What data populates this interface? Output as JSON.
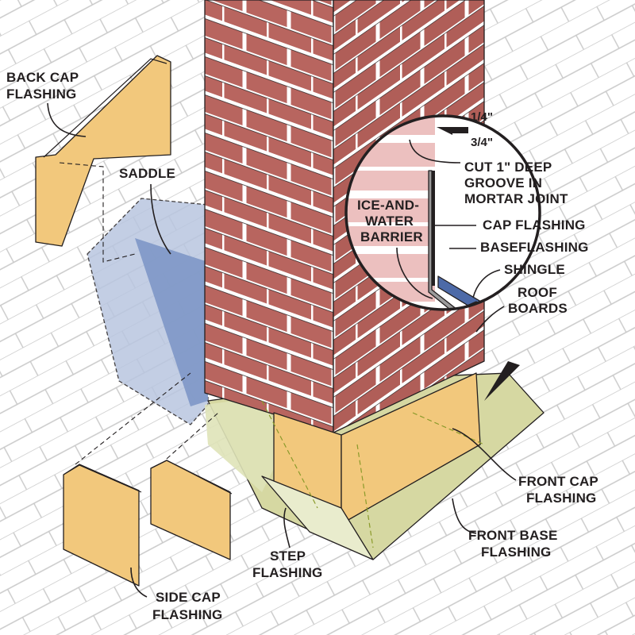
{
  "colors": {
    "brick": "#b8655f",
    "mortar": "#ffffff",
    "flashing_orange": "#f2c87c",
    "base_green": "#d6d8a2",
    "saddle_blue": "#7e97c6",
    "shingle_blue": "#4d6aa8",
    "barrier_pink": "#ecc0bf",
    "roof_board": "#f3c79c"
  },
  "labels": {
    "back_cap_flashing": [
      "BACK CAP",
      "FLASHING"
    ],
    "saddle": "SADDLE",
    "dim_quarter": "1/4\"",
    "dim_three_quarter": "3/4\"",
    "cut_groove": [
      "CUT 1\" DEEP",
      "GROOVE IN",
      "MORTAR JOINT"
    ],
    "ice_water_barrier": [
      "ICE-AND-",
      "WATER",
      "BARRIER"
    ],
    "cap_flashing": "CAP FLASHING",
    "baseflashing": "BASEFLASHING",
    "shingle": "SHINGLE",
    "roof_boards": [
      "ROOF",
      "BOARDS"
    ],
    "front_cap_flashing": [
      "FRONT CAP",
      "FLASHING"
    ],
    "front_base_flashing": [
      "FRONT BASE",
      "FLASHING"
    ],
    "step_flashing": [
      "STEP",
      "FLASHING"
    ],
    "side_cap_flashing": [
      "SIDE CAP",
      "FLASHING"
    ]
  }
}
